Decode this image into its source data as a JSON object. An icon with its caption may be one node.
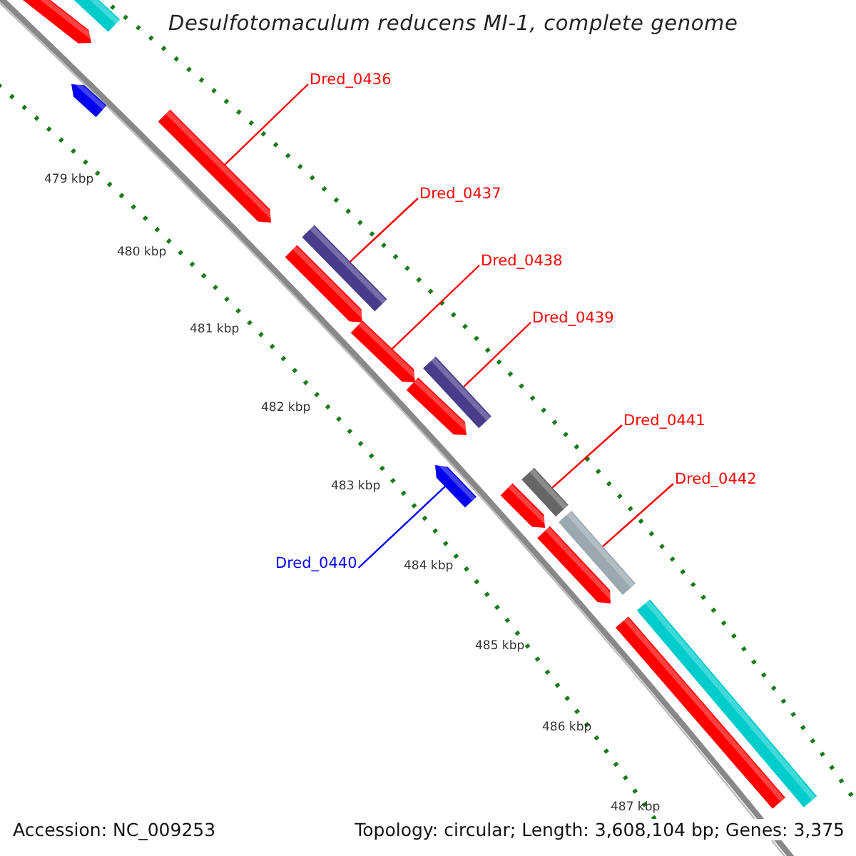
{
  "diagram": {
    "title": "Desulfotomaculum reducens MI-1, complete genome",
    "nodes": [
      {
        "text": [],
        "shape": "arrow"
      },
      {
        "text": [],
        "shape": "bar"
      },
      {
        "text": [],
        "shape": "arrow"
      },
      {
        "text": [
          "Dred_0436"
        ]
      },
      {
        "text": [],
        "shape": "arrow"
      },
      {
        "text": [
          "Dred_0437"
        ]
      },
      {
        "text": [],
        "shape": "bar"
      },
      {
        "text": [],
        "shape": "arrow"
      },
      {
        "text": [
          "Dred_0438"
        ]
      },
      {
        "text": [],
        "shape": "arrow"
      },
      {
        "text": [
          "Dred_0439"
        ]
      },
      {
        "text": [],
        "shape": "bar"
      },
      {
        "text": [],
        "shape": "arrow"
      },
      {
        "text": [
          "Dred_0441"
        ]
      },
      {
        "text": [],
        "shape": "bar"
      },
      {
        "text": [
          "Dred_0442"
        ]
      },
      {
        "text": [],
        "shape": "bar"
      },
      {
        "text": [],
        "shape": "arrow"
      },
      {
        "text": [
          "Dred_0440"
        ]
      },
      {
        "text": [],
        "shape": "arrow"
      },
      {
        "text": [],
        "shape": "arrow"
      },
      {
        "text": [],
        "shape": "bar"
      },
      {
        "text": [],
        "shape": "bar"
      }
    ],
    "edges": [
      {
        "from": 3,
        "to": 4,
        "arrow": "none"
      },
      {
        "from": 5,
        "to": 6,
        "arrow": "none"
      },
      {
        "from": 8,
        "to": 9,
        "arrow": "none"
      },
      {
        "from": 10,
        "to": 11,
        "arrow": "none"
      },
      {
        "from": 13,
        "to": 14,
        "arrow": "none"
      },
      {
        "from": 15,
        "to": 16,
        "arrow": "none"
      },
      {
        "from": 18,
        "to": 19,
        "arrow": "none",
        "color": "#0000ff"
      }
    ],
    "labels": [
      "479 kbp",
      "480 kbp",
      "481 kbp",
      "482 kbp",
      "483 kbp",
      "484 kbp",
      "485 kbp",
      "486 kbp",
      "487 kbp",
      "Accession: NC_009253",
      "Topology: circular; Length: 3,608,104 bp; Genes: 3,375"
    ]
  }
}
